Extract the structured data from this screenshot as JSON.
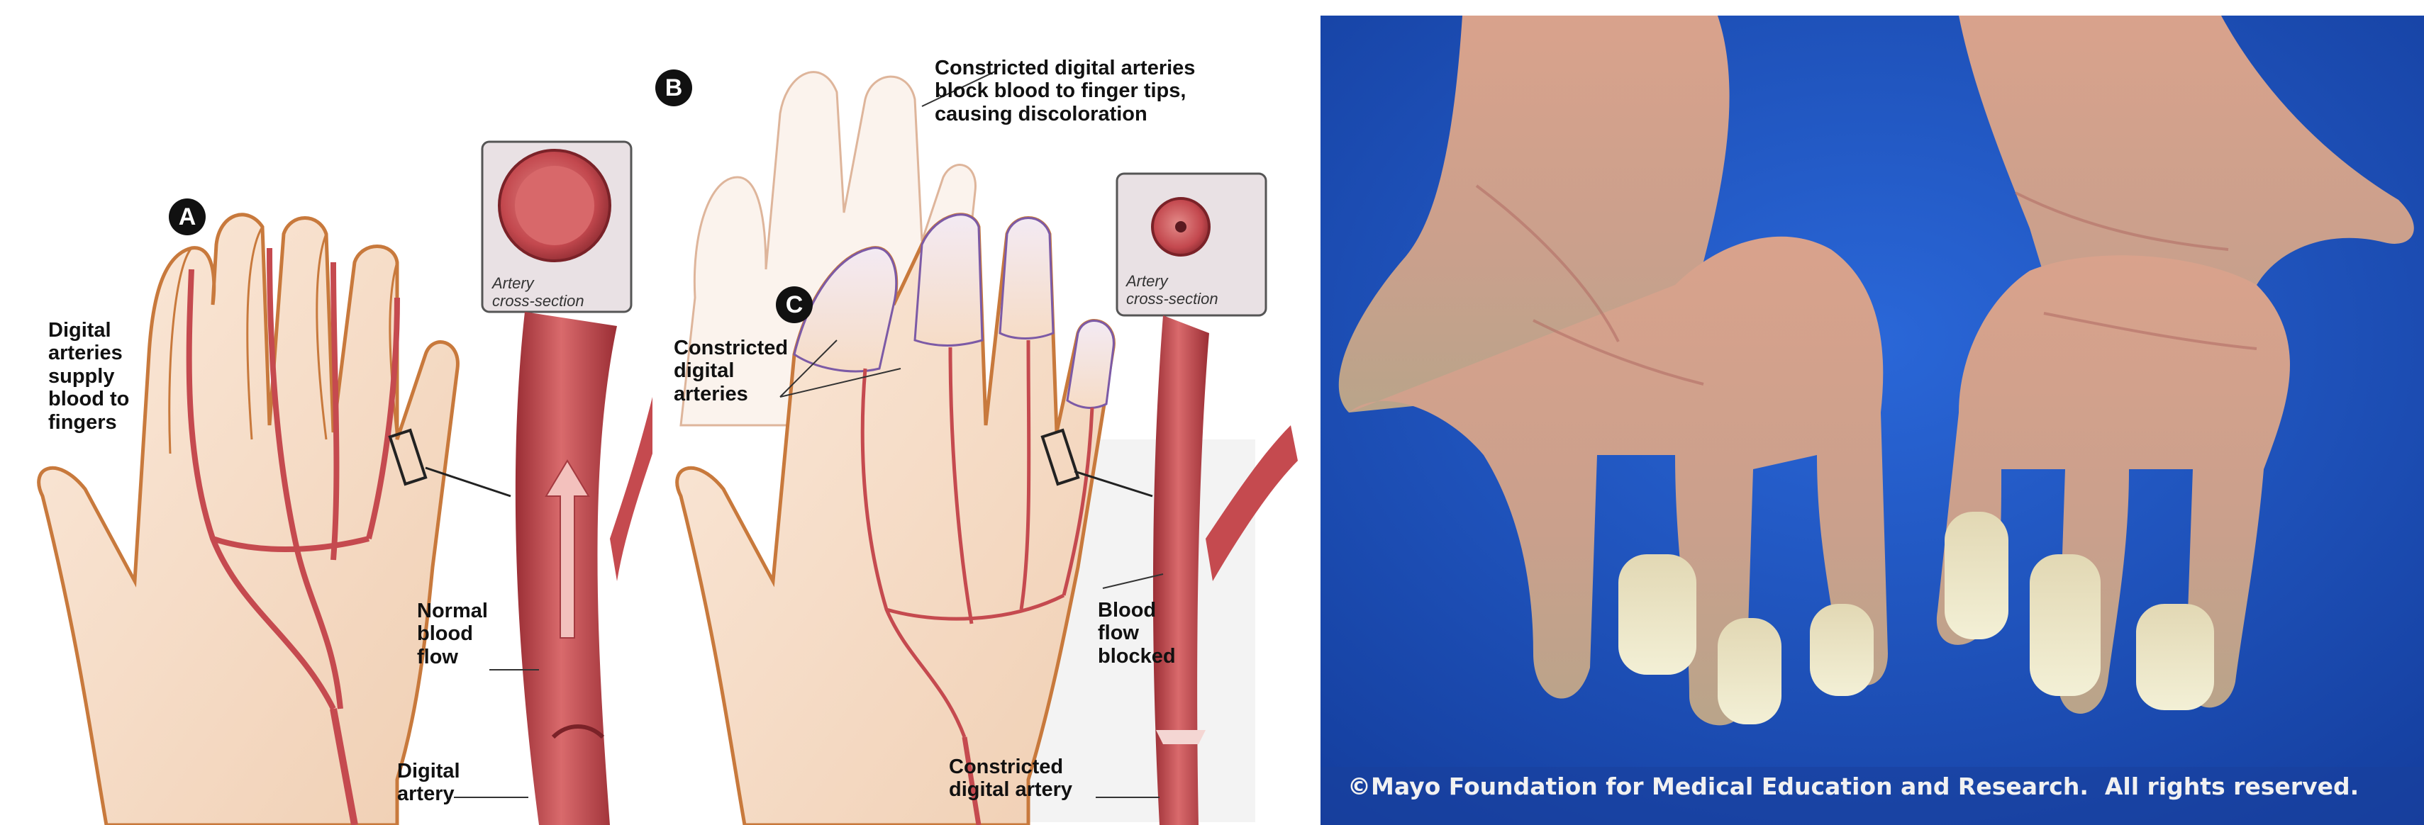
{
  "panels": {
    "a": {
      "badge": "A",
      "supply_label": "Digital\narteries\nsupply\nblood to\nfingers",
      "cross_section_label": "Artery\ncross-section",
      "flow_label": "Normal\nblood\nflow",
      "artery_label": "Digital\nartery"
    },
    "b": {
      "badge": "B",
      "callout": "Constricted digital arteries\nblock blood to finger tips,\ncausing discoloration"
    },
    "c": {
      "badge": "C",
      "constricted_label": "Constricted\ndigital\narteries",
      "cross_section_label": "Artery\ncross-section",
      "blocked_label": "Blood\nflow\nblocked",
      "constricted_artery_label": "Constricted\ndigital artery"
    }
  },
  "photo": {
    "copyright": "©Mayo Foundation for Medical Education and Research.  All rights reserved."
  },
  "colors": {
    "skin": "#f6dcc6",
    "skin_outline": "#c8793c",
    "artery": "#c54a4f",
    "artery_dark": "#8f2a30",
    "pale_finger": "#f1e6ef",
    "pale_outline": "#7c5aa6",
    "photo_bg": "#1c55c8",
    "photo_skin": "#d8a78f"
  }
}
